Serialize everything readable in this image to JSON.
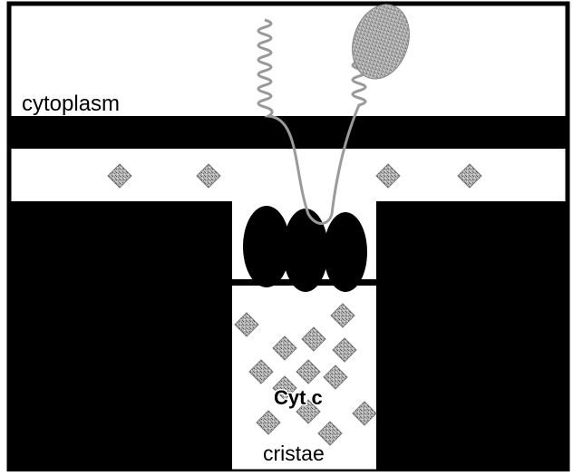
{
  "labels": {
    "cytoplasm": "cytoplasm",
    "cyt_c": "Cyt c",
    "cristae": "cristae"
  },
  "colors": {
    "membrane": "#000000",
    "background": "#ffffff",
    "protein": "#8a8a8a",
    "cyt_c": "#9a9a9a",
    "frame": "#000000"
  }
}
